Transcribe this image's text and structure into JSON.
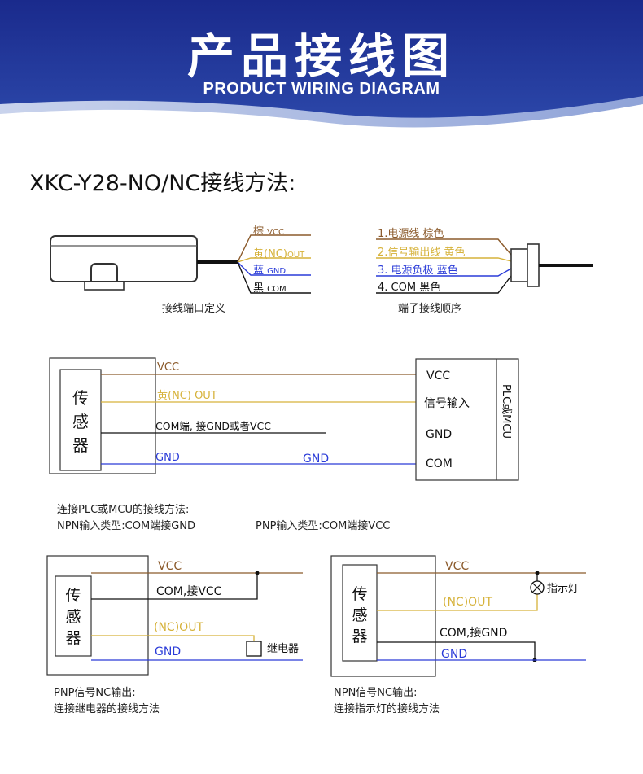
{
  "banner": {
    "title": "产品接线图",
    "subtitle": "PRODUCT WIRING DIAGRAM"
  },
  "section_title": "XKC-Y28-NO/NC接线方法:",
  "connector_def": {
    "wires": [
      {
        "color_name": "棕",
        "signal": "VCC",
        "color": "#8b5a2b"
      },
      {
        "color_name": "黄(NC)",
        "signal": "OUT",
        "color": "#d6b23a"
      },
      {
        "color_name": "蓝",
        "signal": "GND",
        "color": "#2a3bd8"
      },
      {
        "color_name": "黑",
        "signal": "COM",
        "color": "#111111"
      }
    ],
    "caption": "接线端口定义"
  },
  "terminal_order": {
    "items": [
      {
        "label": "1.电源线 棕色",
        "color": "#8b5a2b"
      },
      {
        "label": "2.信号输出线 黄色",
        "color": "#d6b23a"
      },
      {
        "label": "3. 电源负极  蓝色",
        "color": "#2a3bd8"
      },
      {
        "label": "4. COM 黑色",
        "color": "#111111"
      }
    ],
    "caption": "端子接线顺序"
  },
  "main_diagram": {
    "sensor_label": [
      "传",
      "感",
      "器"
    ],
    "wire_vcc": "VCC",
    "wire_out": "黄(NC) OUT",
    "wire_com": "COM端, 接GND或者VCC",
    "wire_gnd_left": "GND",
    "wire_gnd_mid": "GND",
    "plc_inputs": [
      "VCC",
      "信号输入",
      "GND",
      "COM"
    ],
    "plc_label": "PLC或MCU"
  },
  "notes": {
    "line1": "连接PLC或MCU的接线方法:",
    "npn": "NPN输入类型:COM端接GND",
    "pnp": "PNP输入类型:COM端接VCC"
  },
  "pnp_diagram": {
    "sensor_label": [
      "传",
      "感",
      "器"
    ],
    "vcc": "VCC",
    "com": "COM,接VCC",
    "out": "(NC)OUT",
    "gnd": "GND",
    "relay": "继电器",
    "caption1": "PNP信号NC输出:",
    "caption2": "连接继电器的接线方法"
  },
  "npn_diagram": {
    "sensor_label": [
      "传",
      "感",
      "器"
    ],
    "vcc": "VCC",
    "lamp": "指示灯",
    "out": "(NC)OUT",
    "com": "COM,接GND",
    "gnd": "GND",
    "caption1": "NPN信号NC输出:",
    "caption2": "连接指示灯的接线方法"
  },
  "colors": {
    "banner_dark": "#1a2a8c",
    "banner_light": "#6f86c9",
    "brown": "#8b5a2b",
    "yellow": "#d6b23a",
    "blue": "#2a3bd8",
    "black": "#111111"
  }
}
